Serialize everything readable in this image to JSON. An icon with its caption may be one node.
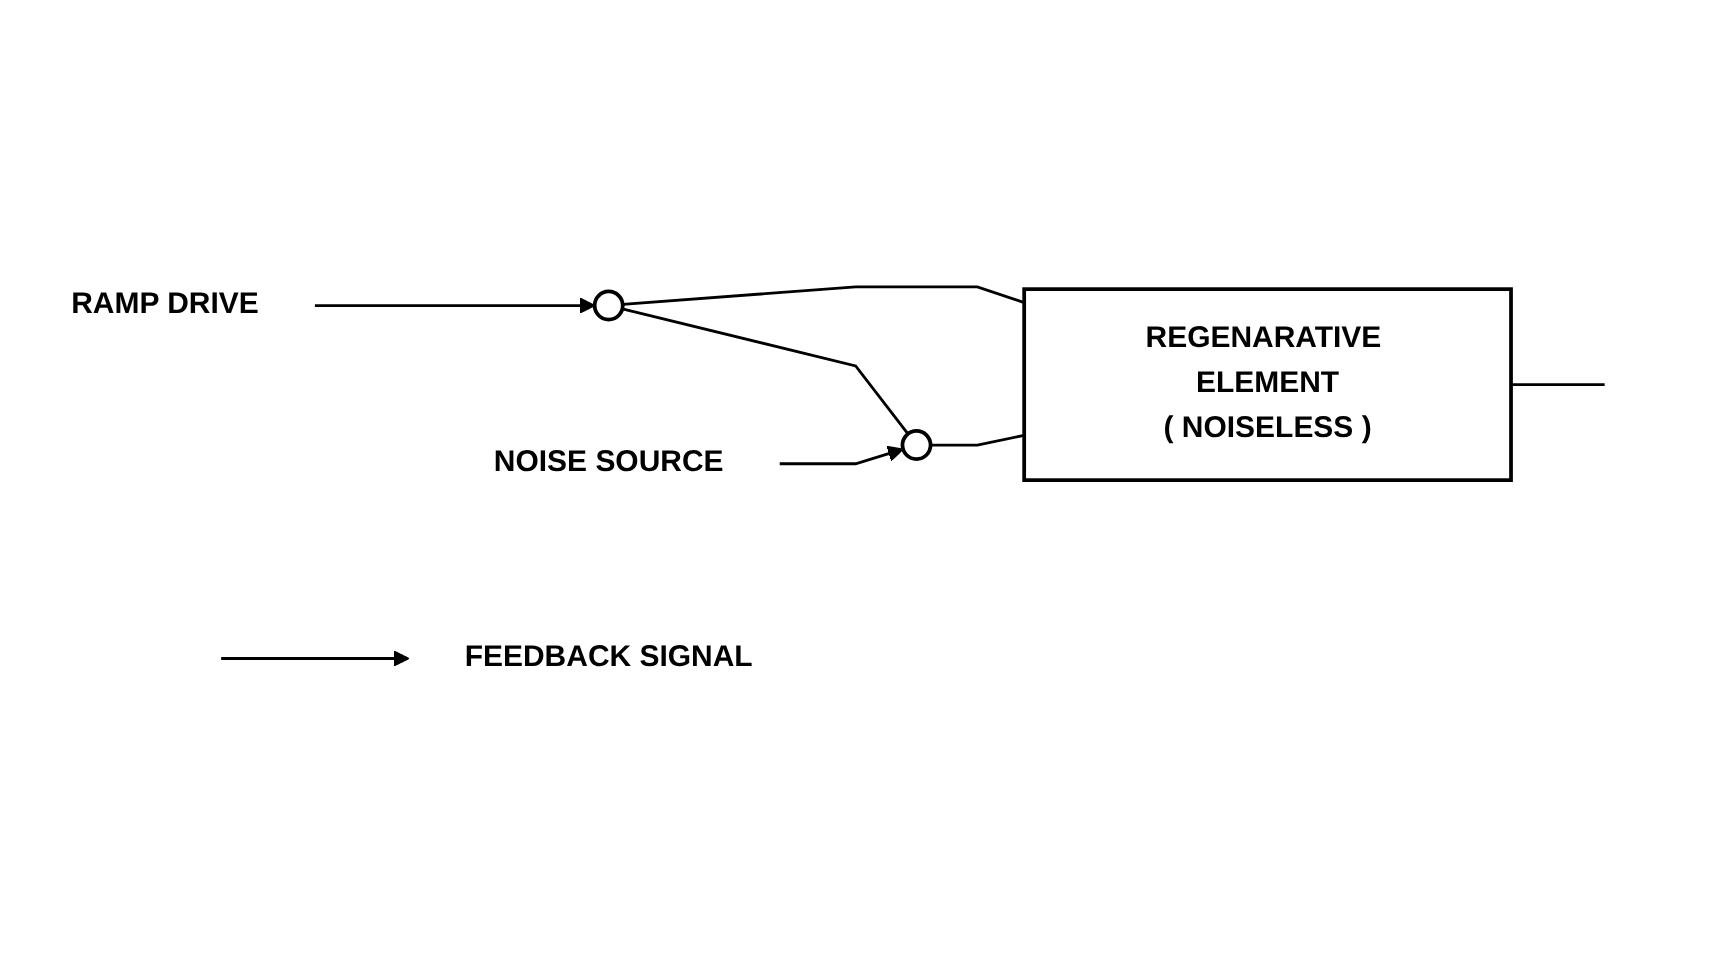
{
  "diagram": {
    "nodes": [
      {
        "text": [
          "RAMP DRIVE"
        ]
      },
      {
        "text": [],
        "shape": "circle"
      },
      {
        "text": [],
        "shape": "circle"
      },
      {
        "text": [
          "NOISE SOURCE"
        ]
      },
      {
        "text": [
          "REGENARATIVE ELEMENT",
          "( NOISELESS )"
        ]
      },
      {
        "text": [
          "FEEDBACK SIGNAL"
        ]
      }
    ],
    "edges": [
      {
        "from": 0,
        "to": 1,
        "arrow": "to"
      },
      {
        "from": 3,
        "to": 2,
        "arrow": "to"
      },
      {
        "from": 1,
        "to": 4,
        "arrow": "none"
      },
      {
        "from": 1,
        "to": 2,
        "arrow": "none"
      },
      {
        "from": 2,
        "to": 4,
        "arrow": "none"
      },
      {
        "from": 4,
        "to": null,
        "arrow": "none"
      },
      {
        "from": null,
        "to": 5,
        "arrow": "to"
      }
    ]
  }
}
